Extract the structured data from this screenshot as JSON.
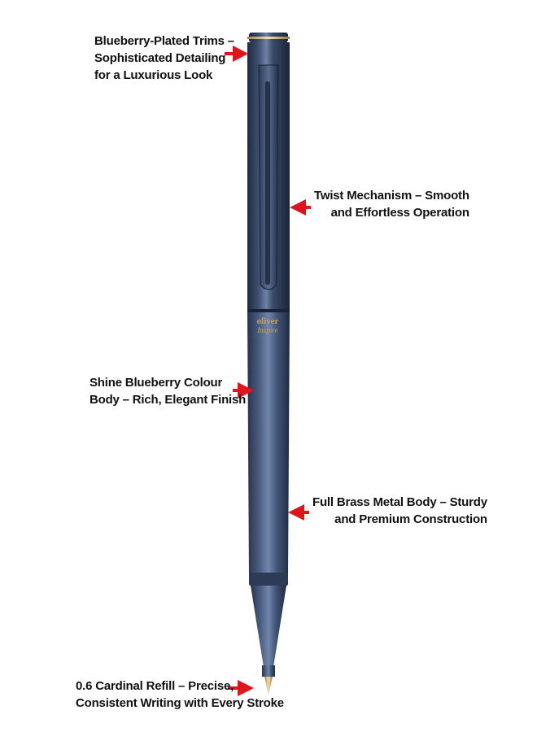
{
  "callouts": {
    "trims": {
      "line1": "Blueberry-Plated Trims –",
      "line2": "Sophisticated Detailing",
      "line3": "for a Luxurious Look"
    },
    "twist": {
      "line1": "Twist Mechanism – Smooth",
      "line2": "and Effortless Operation"
    },
    "colour": {
      "line1": "Shine Blueberry Colour",
      "line2": "Body – Rich, Elegant Finish"
    },
    "brass": {
      "line1": "Full Brass Metal Body – Sturdy",
      "line2": "and Premium Construction"
    },
    "refill": {
      "line1": "0.6 Cardinal Refill – Precise,",
      "line2": "Consistent Writing with Every Stroke"
    }
  },
  "brand": {
    "name": "oliver",
    "model": "Inspire"
  },
  "colors": {
    "arrow": "#e0141b",
    "pen_body": "#2b3a55",
    "pen_highlight": "#6d7e9c",
    "gold_trim": "#d8b878",
    "text": "#111111"
  }
}
